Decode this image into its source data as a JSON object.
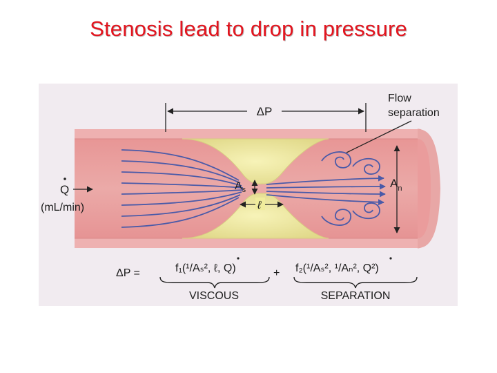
{
  "title": "Stenosis lead to drop in pressure",
  "diagram": {
    "labels": {
      "delta_p": "ΔP",
      "flow_separation_1": "Flow",
      "flow_separation_2": "separation",
      "flow_q": "Q",
      "flow_units": "(mL/min)",
      "area_stenosis": "A",
      "area_stenosis_sub": "s",
      "area_normal": "A",
      "area_normal_sub": "n",
      "length": "ℓ"
    },
    "equation": {
      "lhs": "ΔP =",
      "viscous_term": "f₁(¹/Aₛ², ℓ, Q)",
      "plus": "+",
      "separation_term": "f₂(¹/Aₛ², ¹/Aₙ², Q²)",
      "viscous_label": "VISCOUS",
      "separation_label": "SEPARATION"
    },
    "colors": {
      "background": "#f1ebf0",
      "vessel_wall": "#ecaeae",
      "vessel_lumen": "#e89a9a",
      "plaque": "#eeeaa0",
      "flow_lines": "#4a5aa8",
      "title": "#e3141e"
    }
  }
}
